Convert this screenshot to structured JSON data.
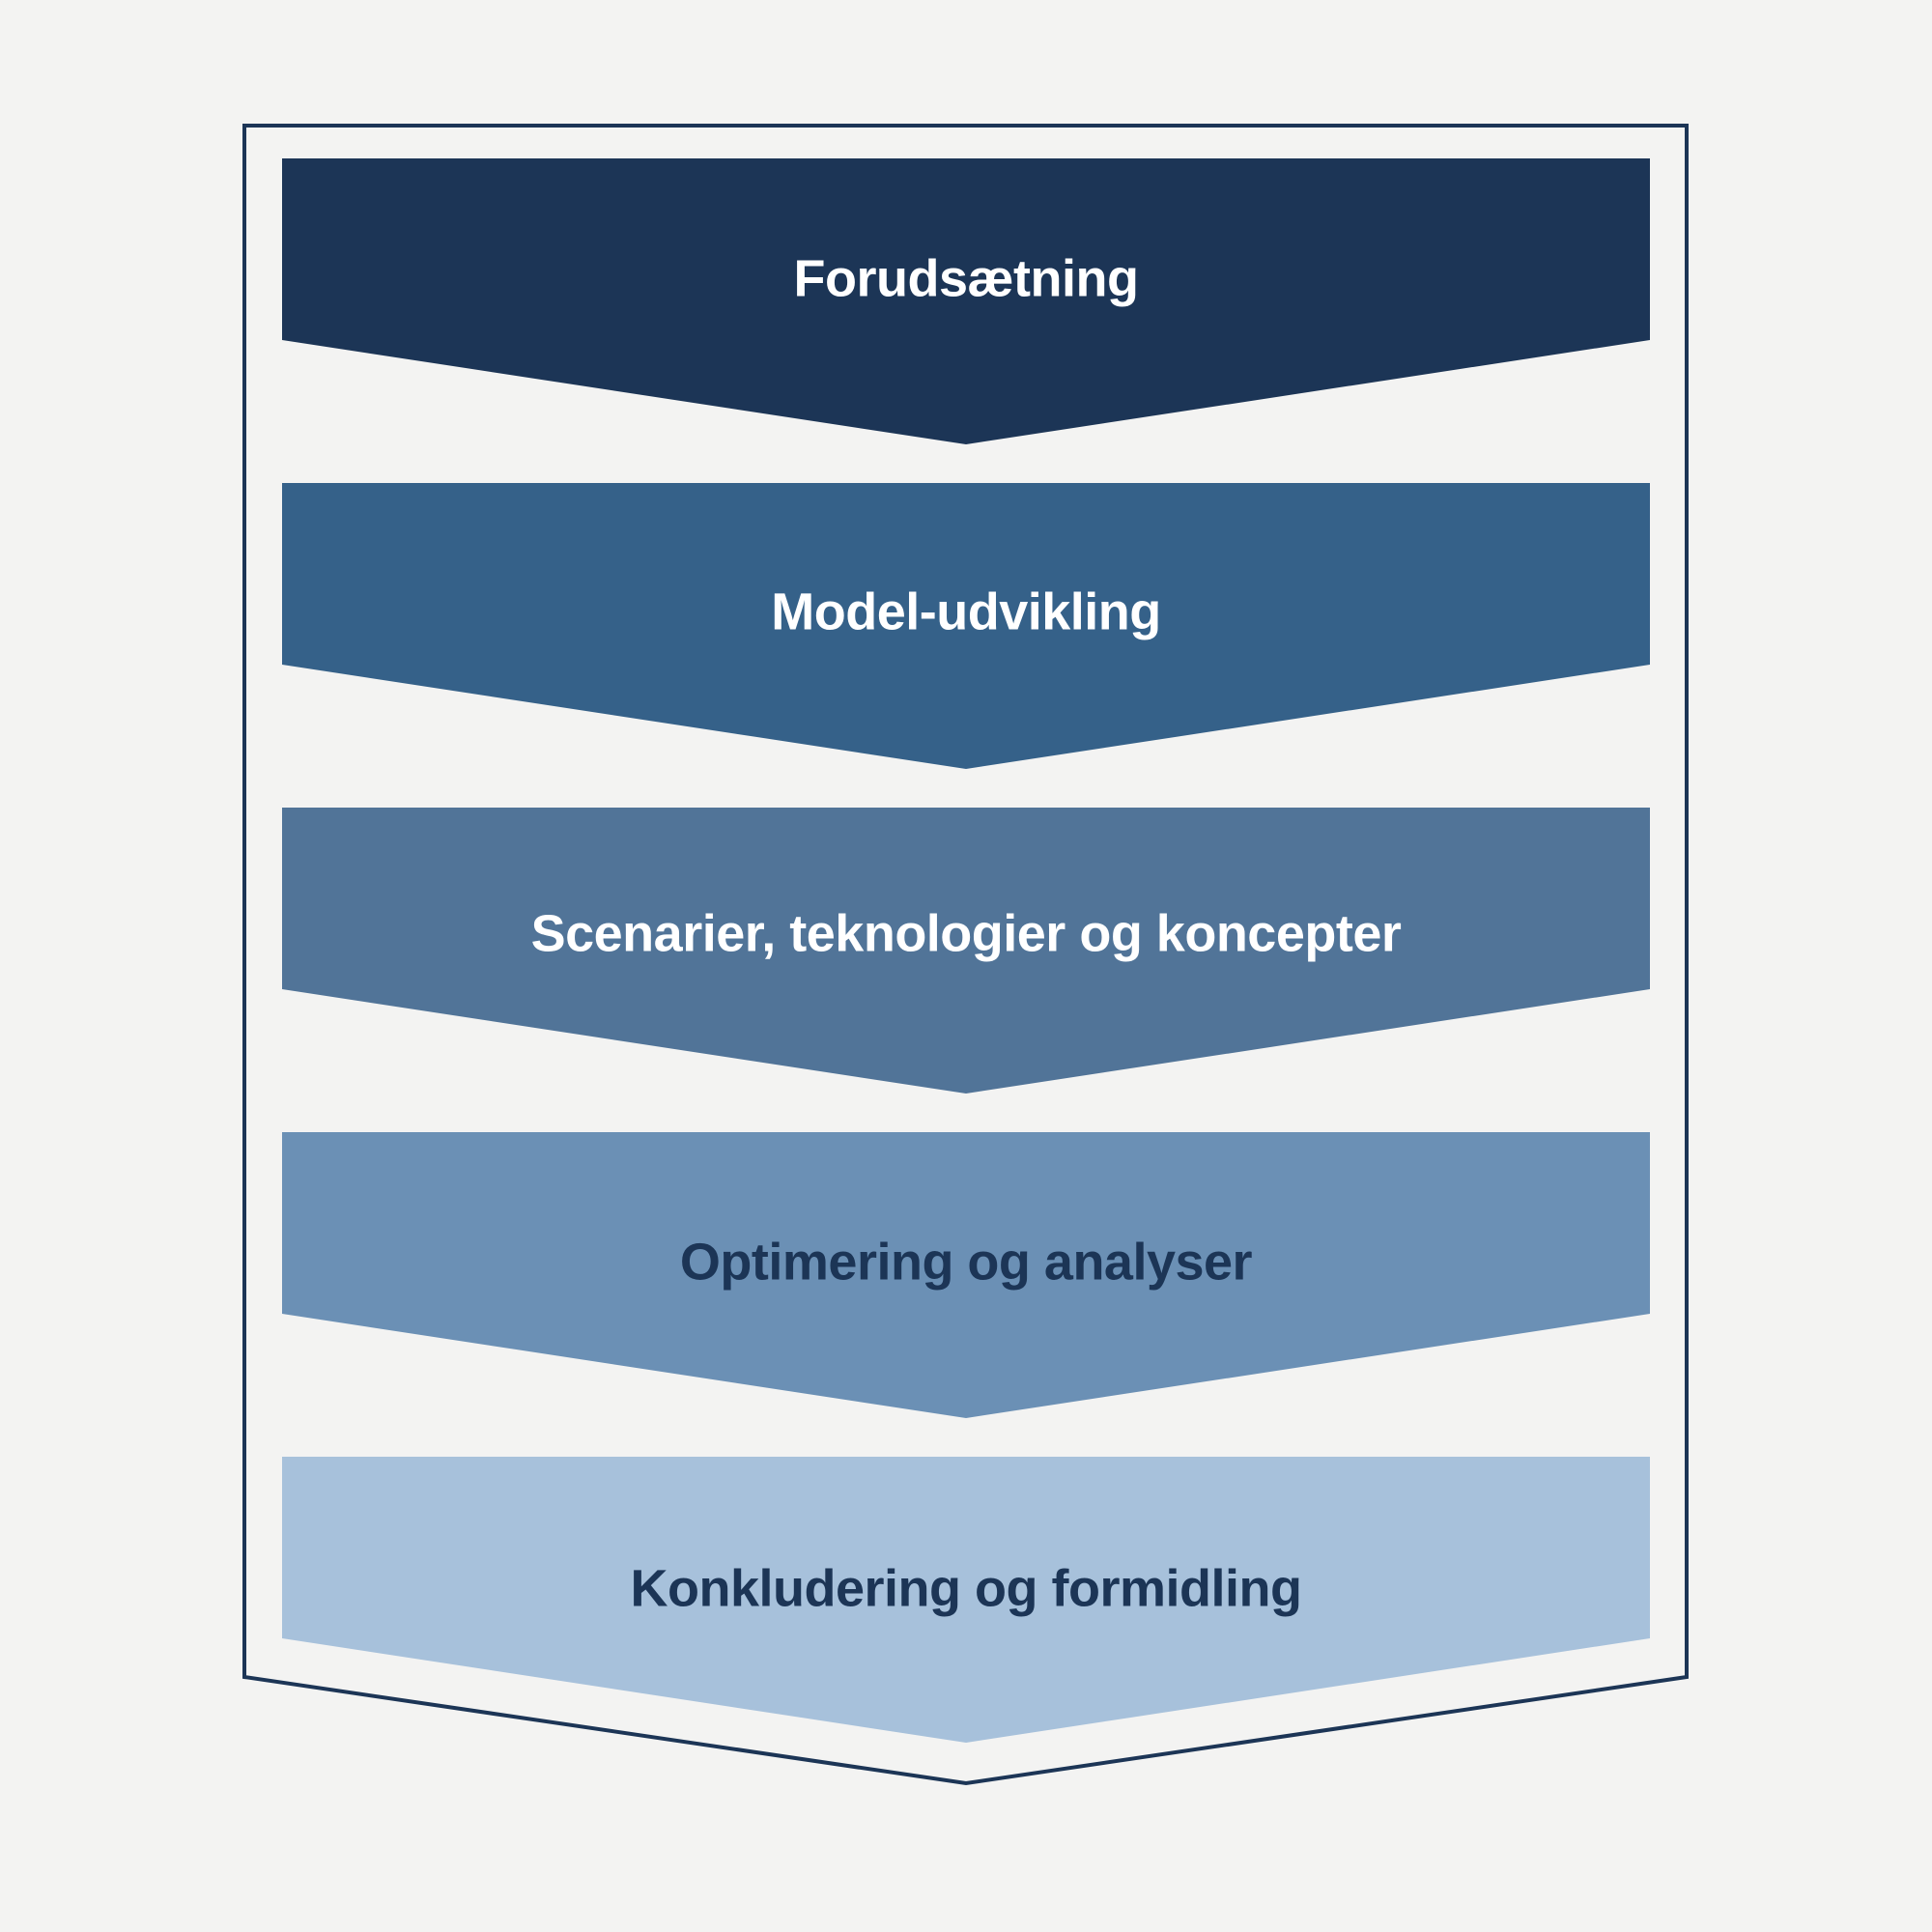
{
  "diagram": {
    "frame_color": "#1c3556",
    "steps": [
      {
        "label": "Forudsætning",
        "fill": "#1c3556",
        "text_color": "#ffffff"
      },
      {
        "label": "Model-udvikling",
        "fill": "#356189",
        "text_color": "#ffffff"
      },
      {
        "label": "Scenarier, teknologier og koncepter",
        "fill": "#517498",
        "text_color": "#ffffff"
      },
      {
        "label": "Optimering og analyser",
        "fill": "#6b90b5",
        "text_color": "#1c3556"
      },
      {
        "label": "Konkludering og formidling",
        "fill": "#a7c1db",
        "text_color": "#1c3556"
      }
    ]
  }
}
